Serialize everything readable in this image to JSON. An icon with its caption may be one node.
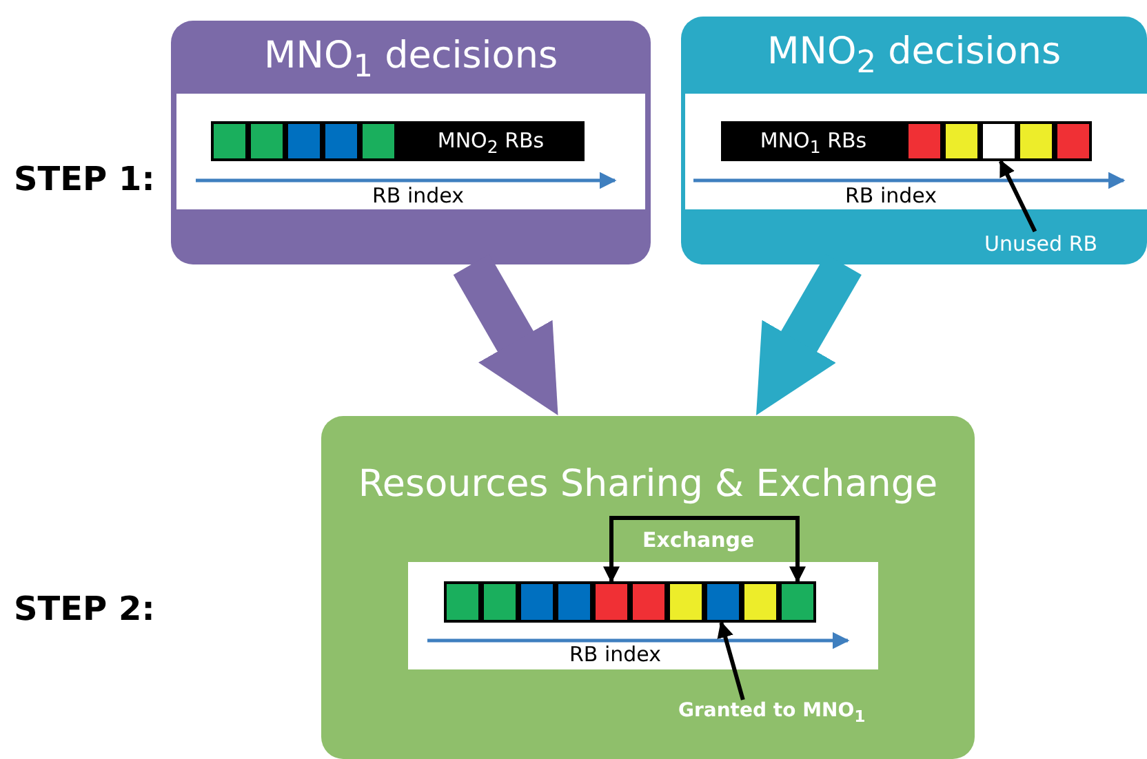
{
  "diagram": {
    "nodes": [
      {
        "text": [
          "MNO$_{1}$ decisions"
        ]
      },
      {
        "text": [],
        "shape": "box",
        "in": 0
      },
      {
        "text": [],
        "shape": "box",
        "in": 0
      },
      {
        "text": [],
        "shape": "box",
        "in": 0
      },
      {
        "text": [],
        "shape": "box",
        "in": 0
      },
      {
        "text": [],
        "shape": "box",
        "in": 0
      },
      {
        "text": [
          "MNO$_{2}$ RBs"
        ],
        "in": 0
      },
      {
        "text": [
          "MNO$_{2}$ decisions"
        ]
      },
      {
        "text": [
          "MNO$_{1}$ RBs"
        ],
        "in": 7
      },
      {
        "text": [],
        "shape": "box",
        "in": 7
      },
      {
        "text": [],
        "shape": "box",
        "in": 7
      },
      {
        "text": [],
        "shape": "box",
        "in": 7
      },
      {
        "text": [],
        "shape": "box",
        "in": 7
      },
      {
        "text": [],
        "shape": "box",
        "in": 7
      },
      {
        "text": [
          "Unused RB"
        ],
        "in": 7
      },
      {
        "text": [
          "Resources Sharing & Exchange"
        ]
      },
      {
        "text": [],
        "shape": "box",
        "in": 15
      },
      {
        "text": [],
        "shape": "box",
        "in": 15
      },
      {
        "text": [],
        "shape": "box",
        "in": 15
      },
      {
        "text": [],
        "shape": "box",
        "in": 15
      },
      {
        "text": [],
        "shape": "box",
        "in": 15
      },
      {
        "text": [],
        "shape": "box",
        "in": 15
      },
      {
        "text": [],
        "shape": "box",
        "in": 15
      },
      {
        "text": [],
        "shape": "box",
        "in": 15
      },
      {
        "text": [],
        "shape": "box",
        "in": 15
      },
      {
        "text": [],
        "shape": "box",
        "in": 15
      },
      {
        "text": [
          "Granted to MNO$_{1}$"
        ],
        "in": 15
      }
    ],
    "edges": [
      {
        "from": 0,
        "to": 15,
        "arrow": "to",
        "style": "thick",
        "color": "#7b6aa8"
      },
      {
        "from": 7,
        "to": 15,
        "arrow": "to",
        "style": "thick",
        "color": "#2aaac6"
      },
      {
        "from": 14,
        "to": 11,
        "arrow": "to"
      },
      {
        "from": 20,
        "to": 25,
        "arrow": "both",
        "label": "Exchange"
      },
      {
        "from": 26,
        "to": 23,
        "arrow": "to"
      }
    ],
    "labels": [
      "STEP 1:",
      "RB index",
      "RB index",
      "STEP 2:",
      "RB index"
    ]
  }
}
